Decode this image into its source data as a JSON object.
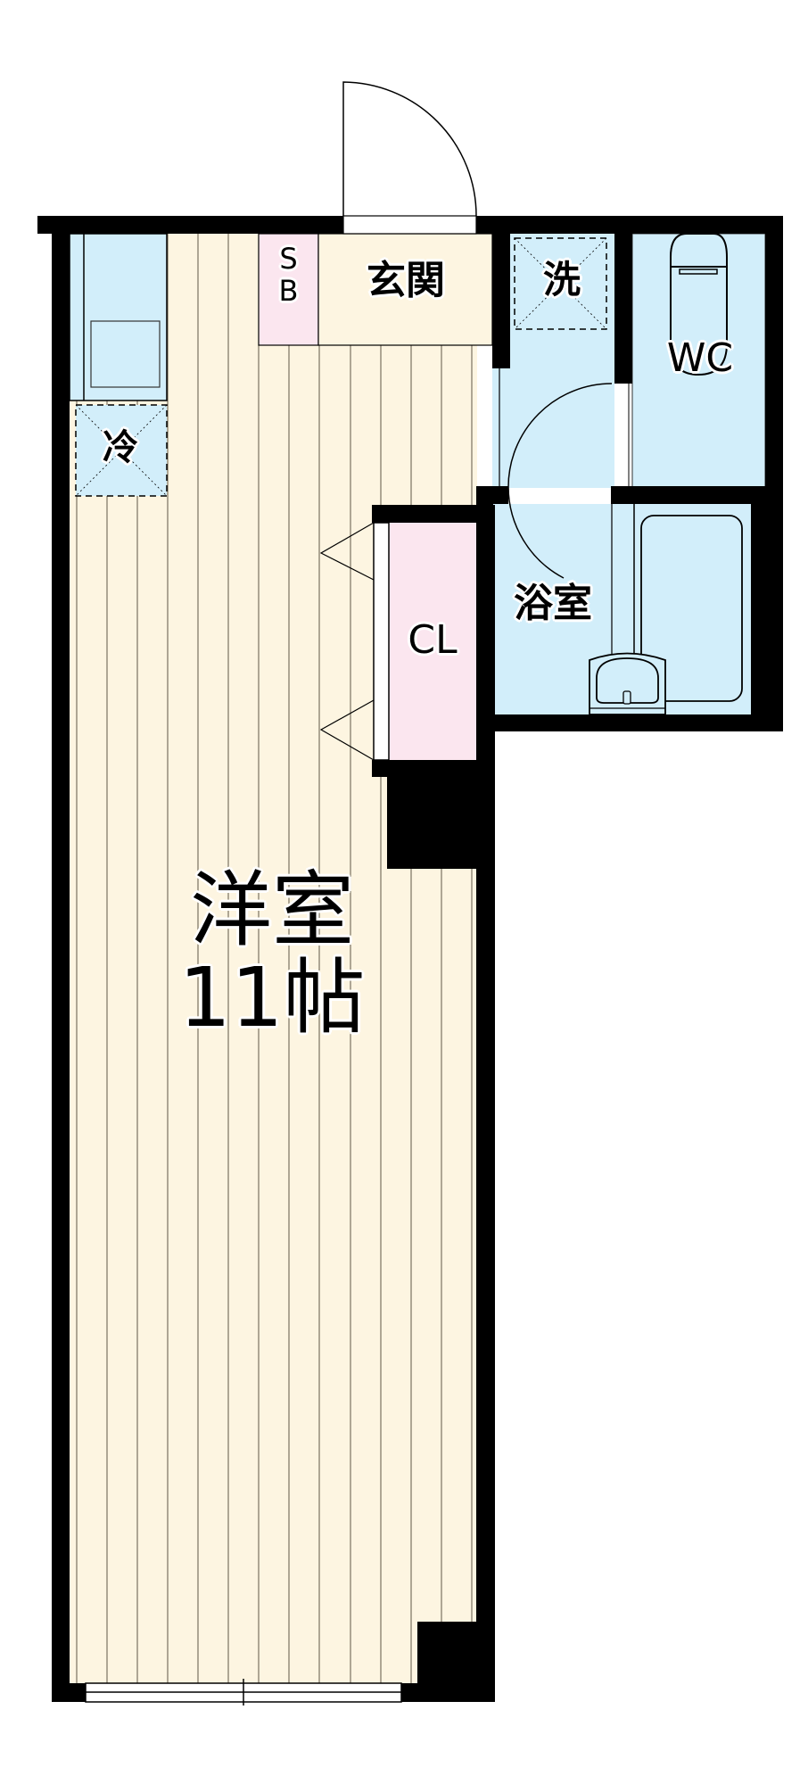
{
  "plan": {
    "colors": {
      "wall": "#000000",
      "floor_wood": "#FDF5E1",
      "floor_line": "#7A7262",
      "wet_area": "#D2EEFA",
      "storage": "#FBE6EF",
      "opening": "#FFFFFF"
    },
    "rooms": {
      "main_room": {
        "name": "洋室",
        "size": "11帖"
      },
      "entrance": {
        "name": "玄関"
      },
      "shoe_box": {
        "line1": "S",
        "line2": "B"
      },
      "washer": {
        "name": "洗"
      },
      "toilet": {
        "name": "WC"
      },
      "bathroom": {
        "name": "浴室"
      },
      "closet": {
        "name": "CL"
      },
      "fridge": {
        "name": "冷"
      }
    }
  }
}
